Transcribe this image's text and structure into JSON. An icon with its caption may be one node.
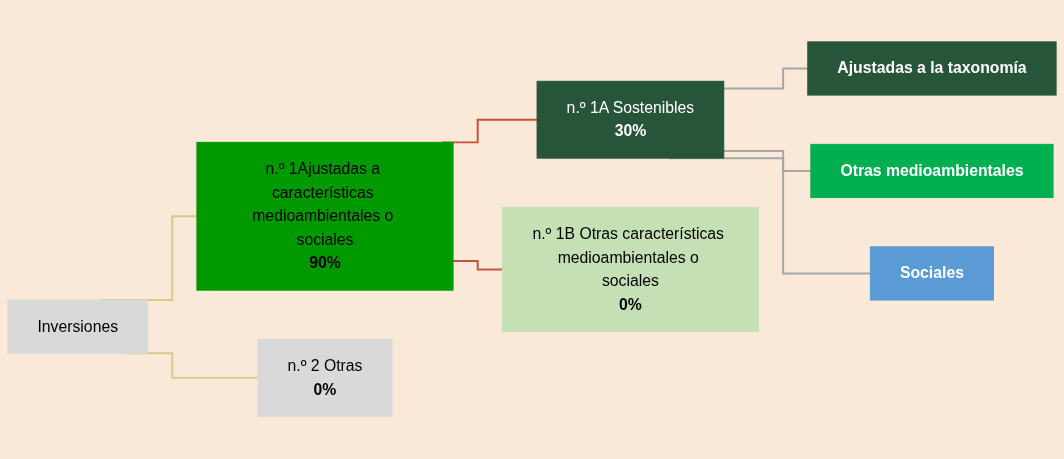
{
  "diagram": {
    "nodes": [
      {
        "text": [
          "Inversiones"
        ]
      },
      {
        "text": [
          "n.º 1Ajustadas a características medioambientales o sociales",
          "90%"
        ]
      },
      {
        "text": [
          "n.º 2 Otras",
          "0%"
        ]
      },
      {
        "text": [
          "n.º 1A Sostenibles",
          "30%"
        ]
      },
      {
        "text": [
          "n.º 1B Otras características medioambientales o sociales",
          "0%"
        ]
      },
      {
        "text": [
          "Ajustadas a la taxonomía"
        ]
      },
      {
        "text": [
          "Otras medioambientales"
        ]
      },
      {
        "text": [
          "Sociales"
        ]
      }
    ],
    "edges": [
      {
        "from": 0,
        "to": 1,
        "arrow": "none",
        "color": "#d6c98a"
      },
      {
        "from": 0,
        "to": 2,
        "arrow": "none",
        "color": "#d6c98a"
      },
      {
        "from": 1,
        "to": 3,
        "arrow": "none",
        "color": "#c9513a"
      },
      {
        "from": 1,
        "to": 4,
        "arrow": "none",
        "color": "#c9513a"
      },
      {
        "from": 3,
        "to": 5,
        "arrow": "none",
        "color": "#a6a6a6"
      },
      {
        "from": 3,
        "to": 6,
        "arrow": "none",
        "color": "#a6a6a6"
      },
      {
        "from": 3,
        "to": 7,
        "arrow": "none",
        "color": "#a6a6a6"
      }
    ]
  }
}
